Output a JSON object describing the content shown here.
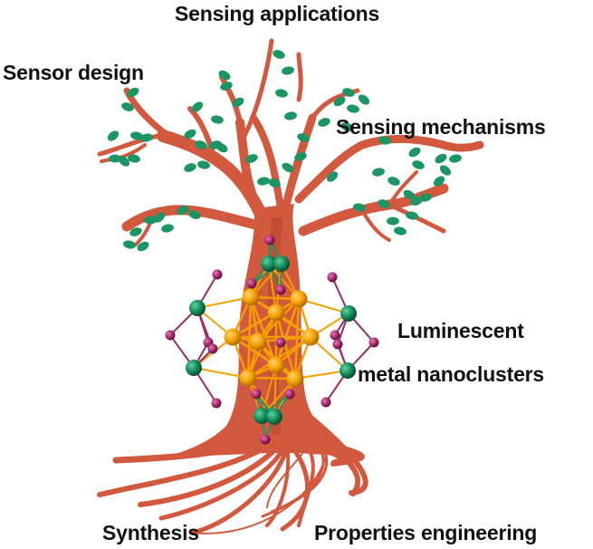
{
  "labels": {
    "top": "Sensing applications",
    "left_upper": "Sensor design",
    "right_upper": "Sensing mechanisms",
    "center_right_line1": "Luminescent",
    "center_right_line2": "metal nanoclusters",
    "bottom_left": "Synthesis",
    "bottom_right": "Properties engineering"
  },
  "colors": {
    "trunk": "#d2583e",
    "trunk_shade": "#a83a26",
    "leaf": "#1a9563",
    "gold_atom": "#f5a000",
    "green_atom": "#138a5a",
    "magenta_atom": "#a8286e"
  }
}
